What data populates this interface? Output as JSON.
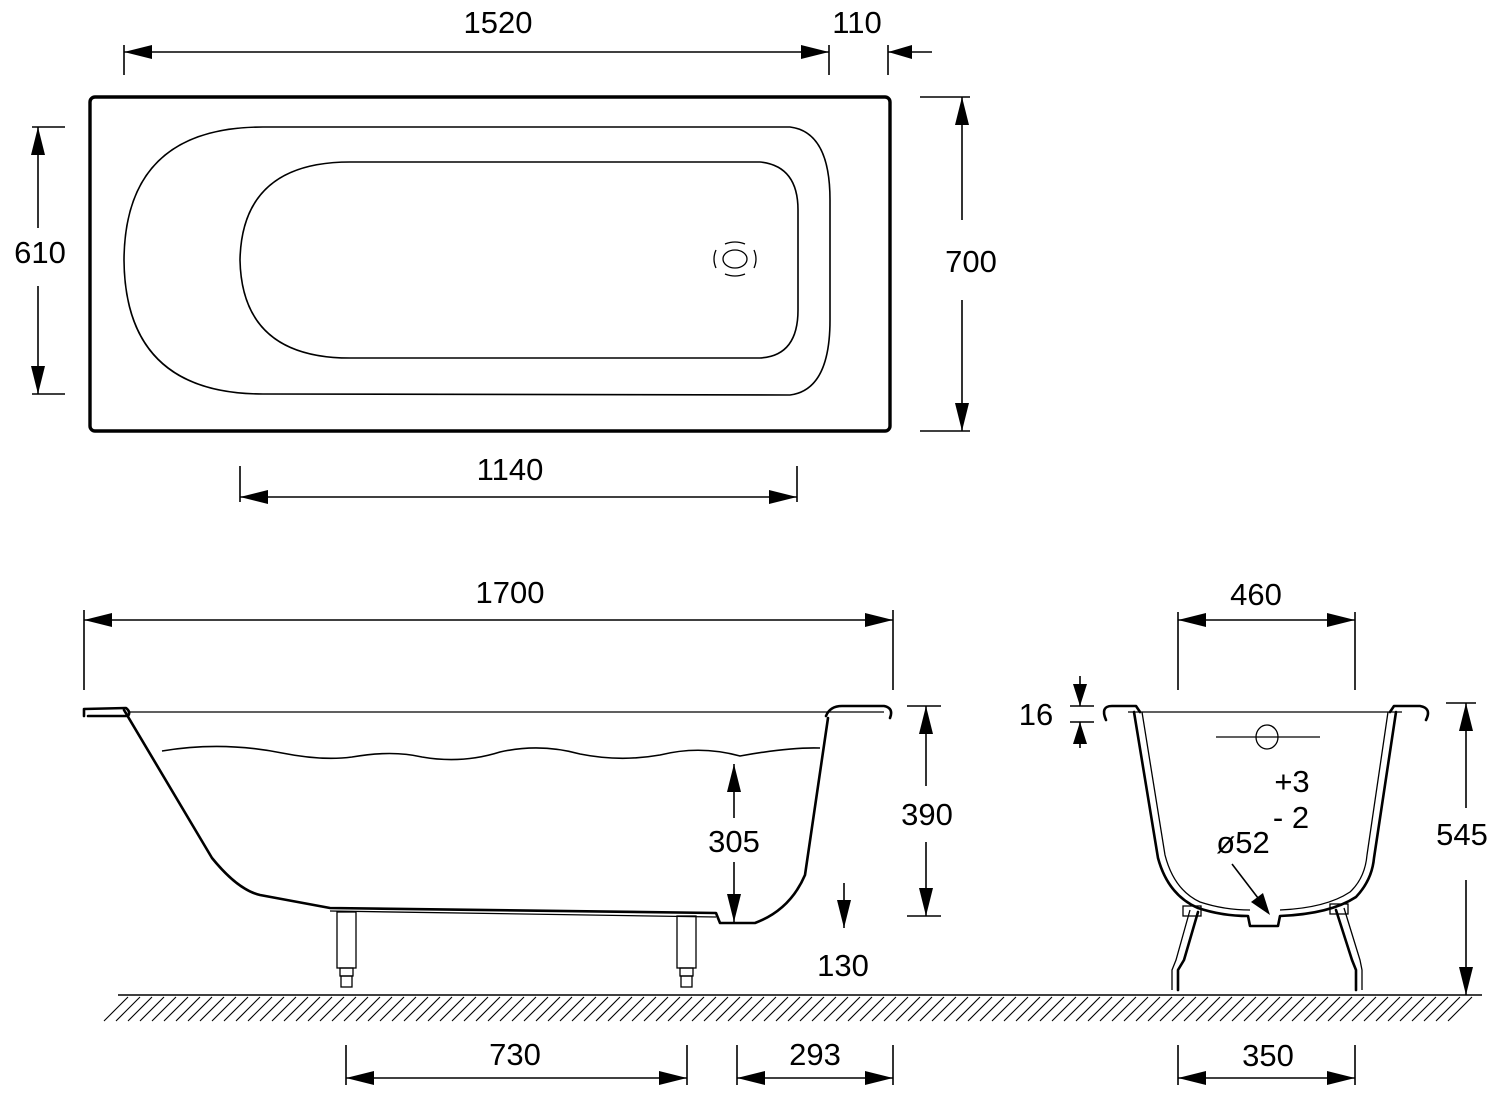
{
  "diagram": {
    "plan_view": {
      "dims": {
        "length_inner": "1520",
        "rim_offset": "110",
        "width_inner": "610",
        "width_outer": "700",
        "bottom_length": "1140"
      }
    },
    "side_view": {
      "dims": {
        "length_outer": "1700",
        "height": "390",
        "water_depth": "305",
        "drain_offset": "130",
        "leg_spacing": "730",
        "end_offset": "293"
      }
    },
    "end_view": {
      "dims": {
        "top_width": "460",
        "rim_thickness": "16",
        "height_total": "545",
        "tolerance_plus": "+3",
        "tolerance_minus": "- 2",
        "drain_diameter": "ø52",
        "leg_spacing": "350"
      }
    }
  }
}
